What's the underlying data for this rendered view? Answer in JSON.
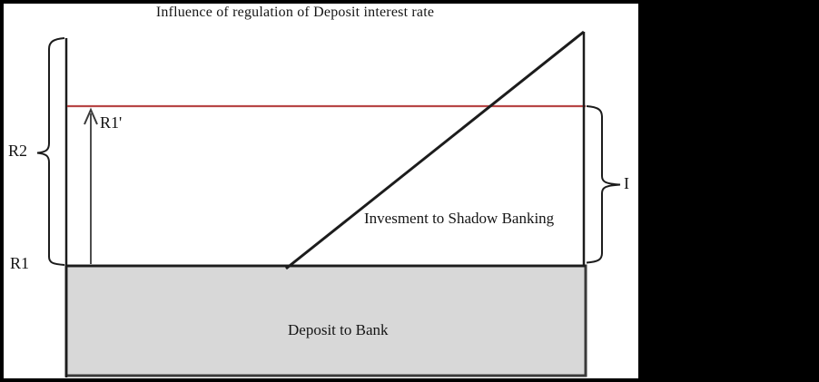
{
  "figure": {
    "title": "Influence of regulation of Deposit interest rate",
    "labels": {
      "r2": "R2",
      "r1": "R1",
      "r1_prime": "R1'",
      "i": "I"
    },
    "regions": {
      "shadow_banking": "Invesment to Shadow Banking",
      "deposit_bank": "Deposit to Bank"
    },
    "colors": {
      "background": "#000000",
      "panel": "#ffffff",
      "line": "#1c1c1c",
      "red_line": "#b84646",
      "arrow": "#3a3a3a",
      "gray_fill": "#d8d8d8",
      "gray_border": "#3a3a3a"
    }
  }
}
